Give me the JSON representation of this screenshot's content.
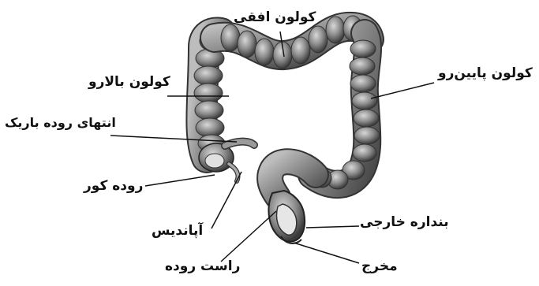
{
  "labels": {
    "transverse_colon": "کولون افقی",
    "ascending_colon": "کولون بالارو",
    "descending_colon": "کولون پایین‌رو",
    "small_intestine_end": "انتهای روده باریک",
    "cecum": "روده کور",
    "appendix": "آپاندیس",
    "external_sphincter": "بنداره خارجی",
    "rectum": "راست روده",
    "anus": "مخرج"
  },
  "colors": {
    "organ_fill": "#8a8a8a",
    "organ_light": "#bdbdbd",
    "organ_dark": "#3a3a3a",
    "leader_line": "#111111",
    "background": "#ffffff"
  }
}
